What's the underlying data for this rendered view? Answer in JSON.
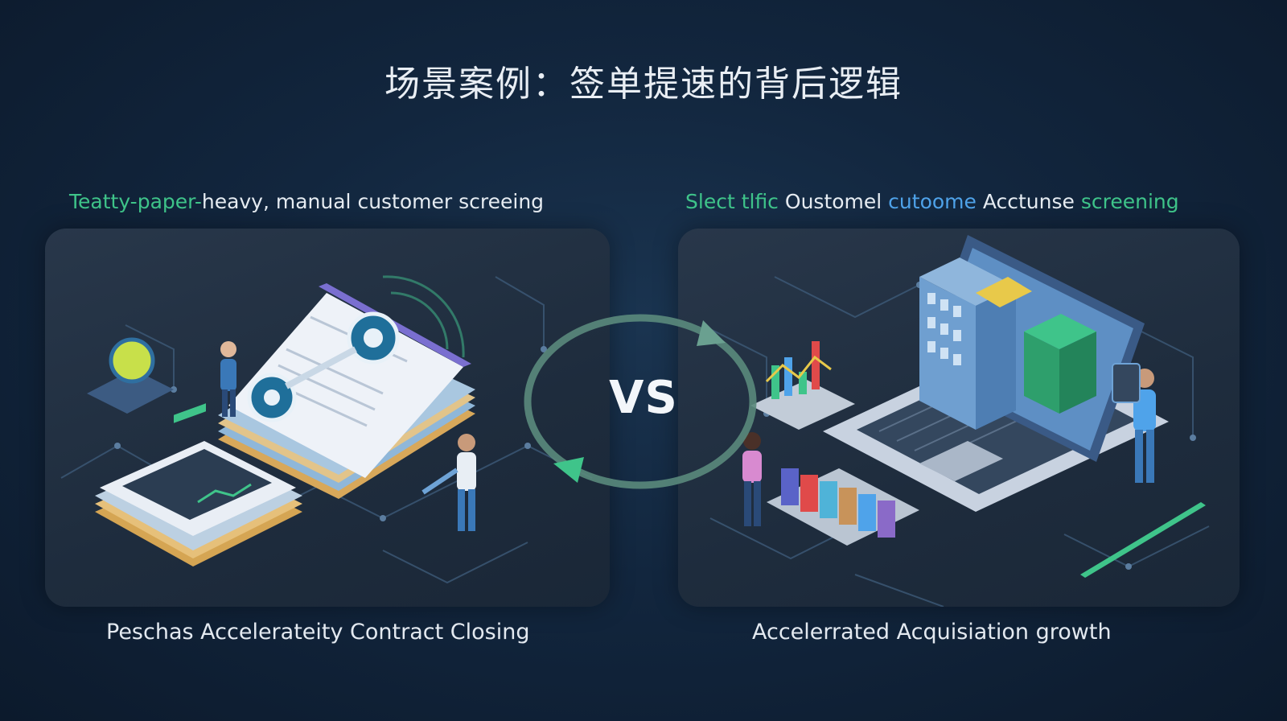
{
  "title": "场景案例：签单提速的背后逻辑",
  "left": {
    "subhead": {
      "green": "Teatty-paper-",
      "white": "heavy, manual customer screeing"
    },
    "caption": "Peschas Accelerateity Contract Closing"
  },
  "right": {
    "subhead": {
      "green": "Slect tlfic",
      "white1": "Oustomel",
      "blue": "cutoome",
      "white2": "Acctunse",
      "green2": "screening"
    },
    "caption": "Accelerrated  Acquisiation growth"
  },
  "vs_label": "VS",
  "colors": {
    "accent_green": "#3fc48a",
    "accent_blue": "#4fa3ea",
    "background": "#12263e",
    "panel": "#243246"
  }
}
